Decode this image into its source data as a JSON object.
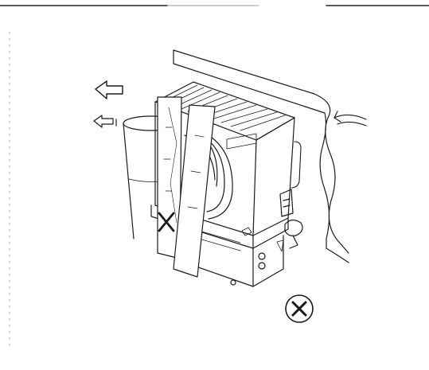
{
  "figure": {
    "type": "installation-illustration",
    "subject": "outdoor-air-conditioner-unit",
    "ink_color": "#1a1a1a",
    "paper_color": "#ffffff",
    "symbols": [
      {
        "name": "prohibited-x-mark",
        "count": 2,
        "style": "circled-x"
      }
    ],
    "arrows": [
      "airflow-arrow-large",
      "airflow-arrow-small",
      "curved-air-arrow"
    ]
  }
}
